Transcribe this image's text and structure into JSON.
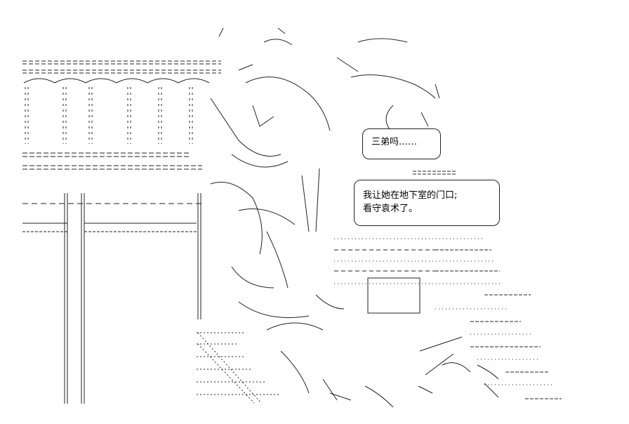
{
  "dialogue": {
    "bubble_1": [
      "三弟吗……"
    ],
    "bubble_2": [
      "我让她在地下室的门口;",
      "看守袁术了。"
    ]
  },
  "colors": {
    "background": "#ffffff",
    "ink": "#222222"
  }
}
